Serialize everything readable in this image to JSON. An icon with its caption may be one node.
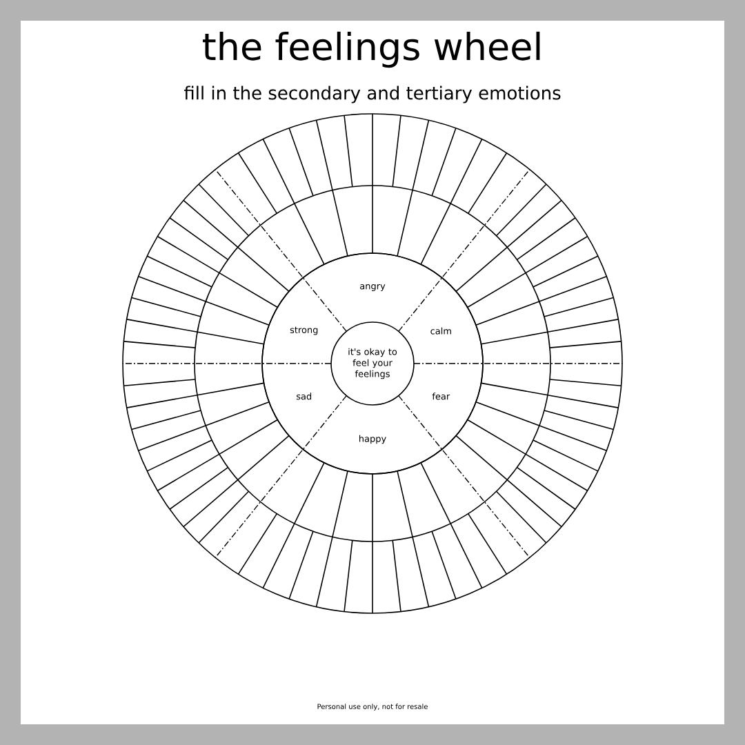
{
  "diagram": {
    "title": "the feelings wheel",
    "nodes": [
      {
        "text": [
          "angry"
        ]
      },
      {
        "text": [
          "strong"
        ]
      },
      {
        "text": [
          "calm"
        ]
      },
      {
        "text": [
          "it's okay to feel your feelings"
        ]
      },
      {
        "text": [
          "sad"
        ]
      },
      {
        "text": [
          "fear"
        ]
      },
      {
        "text": [
          "happy"
        ]
      }
    ],
    "edges": [],
    "labels": [
      "fill in the secondary and tertiary emotions",
      "Personal use only, not for resale"
    ]
  }
}
